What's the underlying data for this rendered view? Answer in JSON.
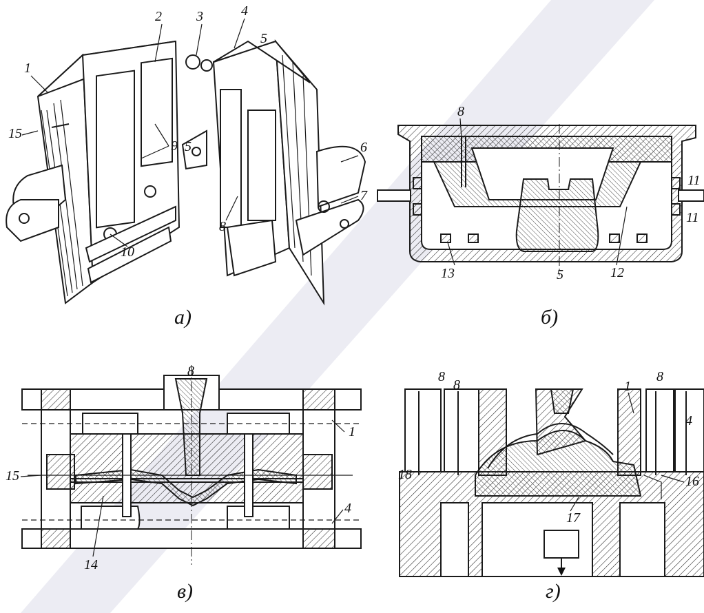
{
  "figure": {
    "captions": {
      "a": "а)",
      "b": "б)",
      "v": "в)",
      "g": "г)"
    },
    "labels_a": [
      "1",
      "2",
      "3",
      "4",
      "5",
      "6",
      "7",
      "8",
      "9",
      "10",
      "15",
      "5"
    ],
    "labels_b": [
      "8",
      "11",
      "11",
      "13",
      "5",
      "12"
    ],
    "labels_v": [
      "8",
      "1",
      "15",
      "4",
      "14"
    ],
    "labels_g": [
      "8",
      "8",
      "1",
      "8",
      "4",
      "18",
      "16",
      "17"
    ]
  }
}
